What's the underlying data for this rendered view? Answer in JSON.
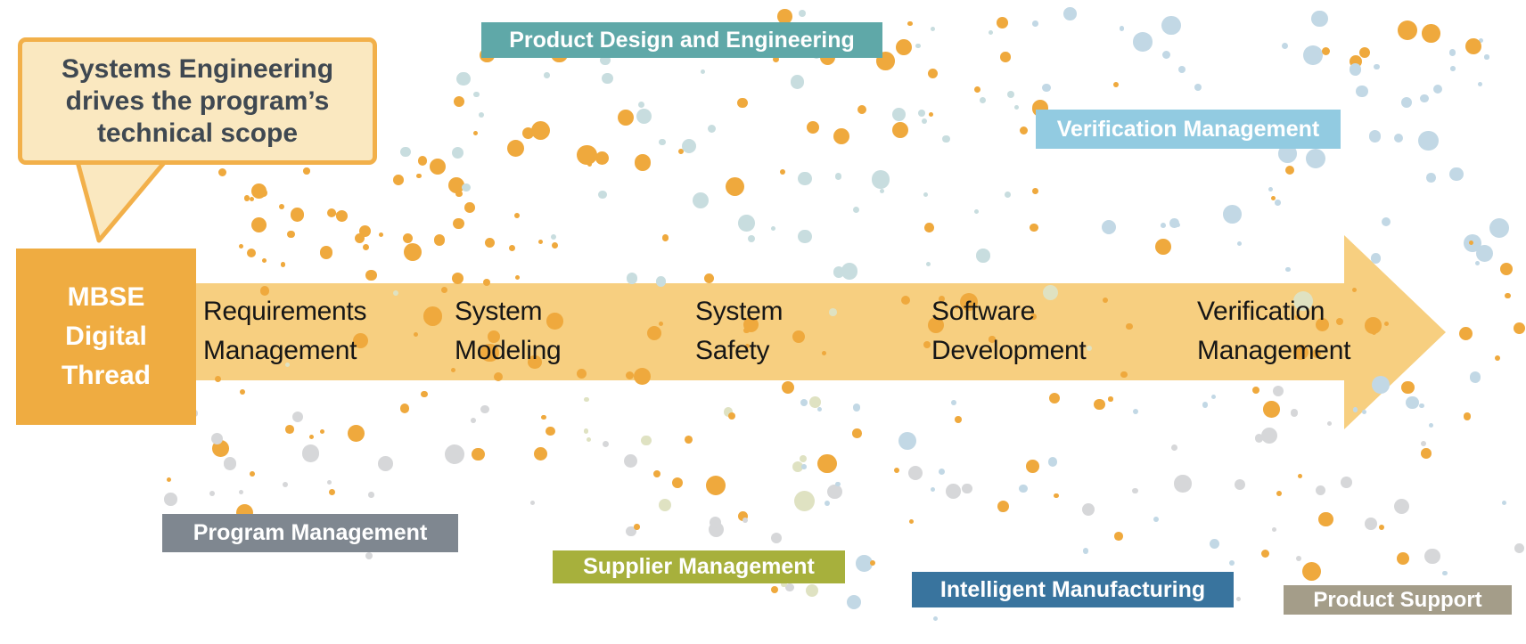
{
  "diagram": {
    "callout": {
      "text": "Systems Engineering\ndrives the program’s\ntechnical scope",
      "fill": "#FAE8C0",
      "border": "#F2B04A",
      "text_color": "#3F4851"
    },
    "mbse_box": {
      "text": "MBSE\nDigital\nThread",
      "color": "#EFAC41",
      "text_color": "#FFFFFF"
    },
    "arrow": {
      "color": "#F7CF80",
      "text_color": "#161616",
      "labels": [
        {
          "text": "Requirements\nManagement"
        },
        {
          "text": "System\nModeling"
        },
        {
          "text": "System\nSafety"
        },
        {
          "text": "Software\nDevelopment"
        },
        {
          "text": "Verification\nManagement"
        }
      ]
    },
    "chip_text_color": "#FFFFFF",
    "chips": [
      {
        "id": "product-design-and-engineering",
        "label": "Product Design and Engineering",
        "color": "#5FA8A8"
      },
      {
        "id": "verification-management",
        "label": "Verification Management",
        "color": "#92CBE1"
      },
      {
        "id": "program-management",
        "label": "Program Management",
        "color": "#7F8790"
      },
      {
        "id": "supplier-management",
        "label": "Supplier Management",
        "color": "#A7B03C"
      },
      {
        "id": "intelligent-manufacturing",
        "label": "Intelligent Manufacturing",
        "color": "#39749E"
      },
      {
        "id": "product-support",
        "label": "Product Support",
        "color": "#A49D89"
      }
    ],
    "dot_field": {
      "seed": 1337,
      "radius": [
        2.5,
        11.5
      ],
      "palette": {
        "orange": "#EFA93D",
        "teal": "#C8DDDF",
        "blue": "#C2D8E5",
        "gray": "#D6D7D9",
        "olive": "#DFE2C2"
      },
      "regions": [
        {
          "name": "left-scatter",
          "x": [
            230,
            560
          ],
          "y": [
            190,
            318
          ],
          "count": 30,
          "colors": [
            [
              "orange",
              0.95
            ],
            [
              "teal",
              0.05
            ]
          ]
        },
        {
          "name": "upper-left",
          "x": [
            440,
            780
          ],
          "y": [
            55,
            318
          ],
          "count": 45,
          "colors": [
            [
              "orange",
              0.62
            ],
            [
              "teal",
              0.38
            ]
          ]
        },
        {
          "name": "upper-mid",
          "x": [
            780,
            1160
          ],
          "y": [
            8,
            318
          ],
          "count": 58,
          "colors": [
            [
              "orange",
              0.35
            ],
            [
              "teal",
              0.65
            ]
          ]
        },
        {
          "name": "upper-right",
          "x": [
            1160,
            1700
          ],
          "y": [
            8,
            318
          ],
          "count": 58,
          "colors": [
            [
              "orange",
              0.22
            ],
            [
              "blue",
              0.78
            ]
          ]
        },
        {
          "name": "band-overlay",
          "x": [
            215,
            1615
          ],
          "y": [
            322,
            428
          ],
          "count": 48,
          "colors": [
            [
              "orange",
              0.85
            ],
            [
              "olive",
              0.15
            ]
          ]
        },
        {
          "name": "lower-left",
          "x": [
            185,
            650
          ],
          "y": [
            432,
            625
          ],
          "count": 40,
          "colors": [
            [
              "orange",
              0.45
            ],
            [
              "gray",
              0.55
            ]
          ]
        },
        {
          "name": "lower-mid",
          "x": [
            650,
            920
          ],
          "y": [
            432,
            665
          ],
          "count": 32,
          "colors": [
            [
              "orange",
              0.33
            ],
            [
              "olive",
              0.42
            ],
            [
              "gray",
              0.25
            ]
          ]
        },
        {
          "name": "lower-mid-right",
          "x": [
            900,
            1360
          ],
          "y": [
            432,
            700
          ],
          "count": 46,
          "colors": [
            [
              "orange",
              0.22
            ],
            [
              "blue",
              0.63
            ],
            [
              "gray",
              0.15
            ]
          ]
        },
        {
          "name": "lower-right",
          "x": [
            1360,
            1706
          ],
          "y": [
            432,
            706
          ],
          "count": 42,
          "colors": [
            [
              "orange",
              0.18
            ],
            [
              "gray",
              0.6
            ],
            [
              "blue",
              0.22
            ]
          ]
        },
        {
          "name": "right-edge-mid",
          "x": [
            1625,
            1706
          ],
          "y": [
            250,
            440
          ],
          "count": 8,
          "colors": [
            [
              "orange",
              0.5
            ],
            [
              "gray",
              0.3
            ],
            [
              "blue",
              0.2
            ]
          ]
        }
      ]
    }
  }
}
